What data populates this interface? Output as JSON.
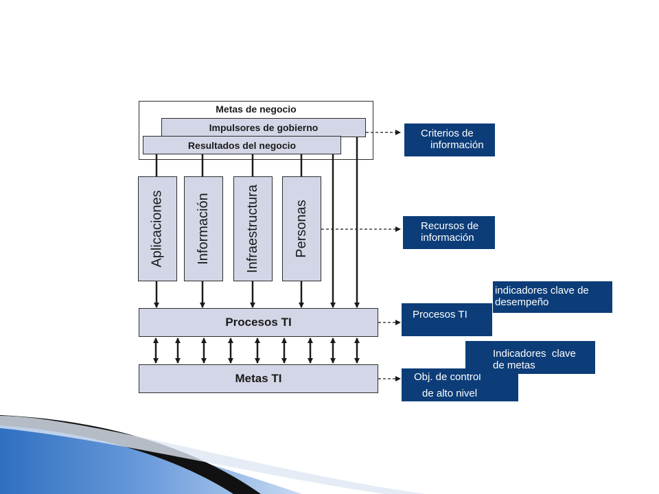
{
  "diagram": {
    "top_box": {
      "title": "Metas de negocio",
      "layer1": "Impulsores de gobierno",
      "layer2": "Resultados del negocio"
    },
    "resources": [
      "Aplicaciones",
      "Información",
      "Infraestructura",
      "Personas"
    ],
    "procesos_ti": "Procesos TI",
    "metas_ti": "Metas TI",
    "right_boxes": {
      "criterios": [
        "Criterios de",
        "información"
      ],
      "recursos": [
        "Recursos de",
        "información"
      ],
      "kpi": [
        "indicadores clave de",
        "desempeño"
      ],
      "procesos": [
        "Procesos TI"
      ],
      "kgi": [
        "Indicadores  clave",
        "de metas"
      ],
      "objetivos": [
        "Obj. de control",
        "de alto nivel"
      ]
    }
  },
  "colors": {
    "box_fill": "#d3d6e6",
    "navy": "#0c3d78",
    "line": "#2b2b2b"
  }
}
